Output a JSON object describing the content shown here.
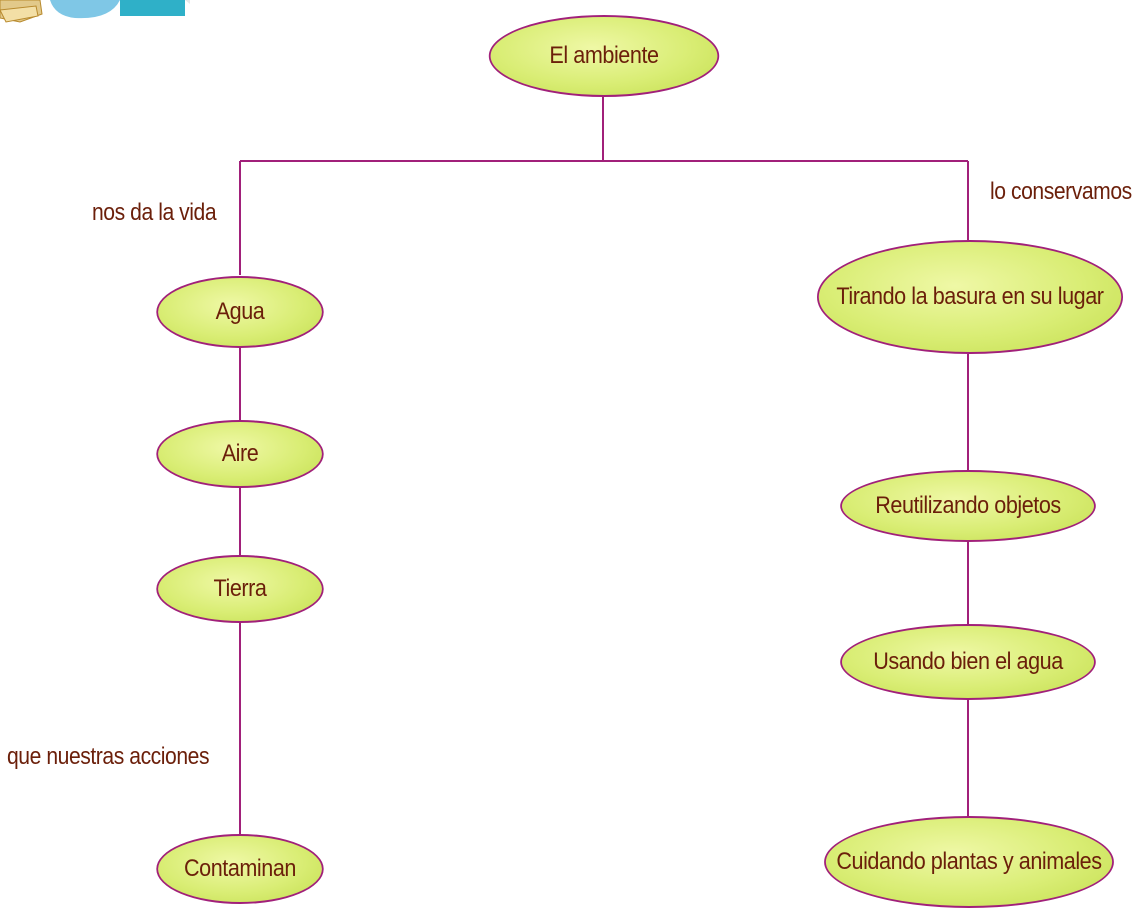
{
  "root": {
    "label": "El ambiente"
  },
  "left_branch": {
    "edge_label": "nos da la vida",
    "nodes": [
      {
        "label": "Agua"
      },
      {
        "label": "Aire"
      },
      {
        "label": "Tierra"
      }
    ],
    "sub_edge_label": "que nuestras acciones",
    "sub_node": {
      "label": "Contaminan"
    }
  },
  "right_branch": {
    "edge_label": "lo conservamos",
    "nodes": [
      {
        "label": "Tirando la basura en su lugar"
      },
      {
        "label": "Reutilizando objetos"
      },
      {
        "label": "Usando bien el agua"
      },
      {
        "label": "Cuidando plantas y animales"
      }
    ]
  },
  "colors": {
    "node_fill": "#d9ed74",
    "node_border": "#a1207a",
    "connector": "#a1207a",
    "text": "#6b1f0a"
  }
}
